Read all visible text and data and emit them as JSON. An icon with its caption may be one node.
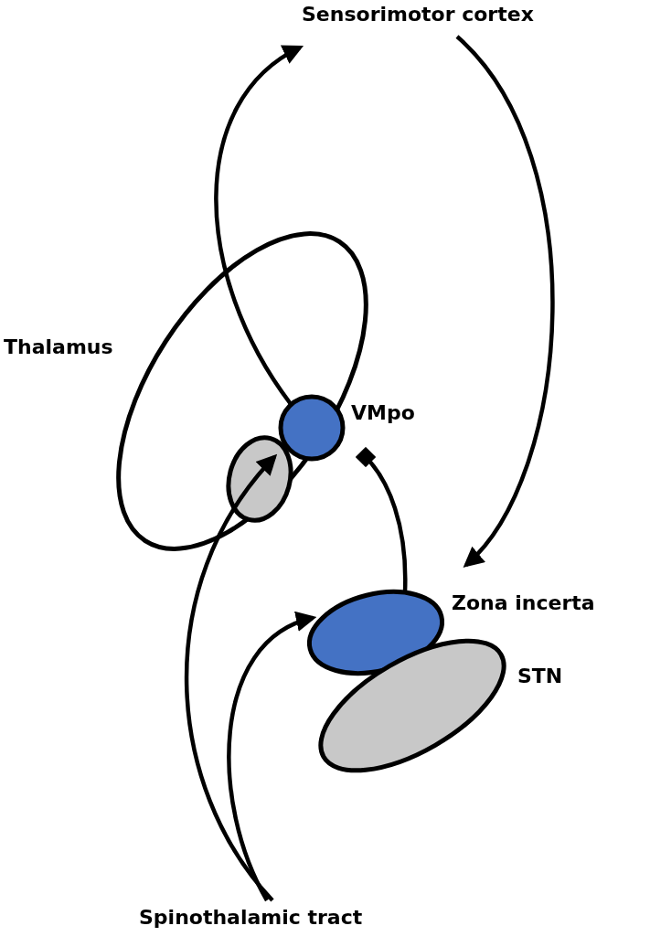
{
  "diagram": {
    "nodes": [
      {
        "text": [
          "Sensorimotor cortex"
        ]
      },
      {
        "text": [
          "Thalamus"
        ]
      },
      {
        "text": [
          "VMpo"
        ],
        "in": 1
      },
      {
        "text": [],
        "shape": "ellipse",
        "in": 1
      },
      {
        "text": [
          "Zona incerta"
        ]
      },
      {
        "text": [
          "STN"
        ]
      },
      {
        "text": [
          "Spinothalamic tract"
        ]
      }
    ],
    "edges": [
      {
        "from": 2,
        "to": 0,
        "arrow": "to"
      },
      {
        "from": 0,
        "to": 4,
        "arrow": "to"
      },
      {
        "from": 4,
        "to": 2,
        "arrow": "other"
      },
      {
        "from": 6,
        "to": 3,
        "arrow": "to"
      },
      {
        "from": 6,
        "to": 4,
        "arrow": "to"
      }
    ]
  }
}
